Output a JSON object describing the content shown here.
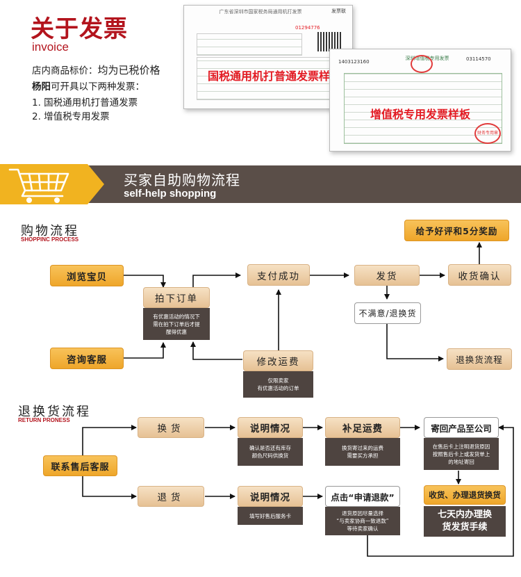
{
  "invoice": {
    "title": "关于发票",
    "subtitle": "invoice",
    "price_prefix": "店内商品标价：",
    "price_value": "均为已税价格",
    "shop_name": "杨阳",
    "shop_suffix": "可开具以下两种发票：",
    "types": [
      "1. 国税通用机打普通发票",
      "2. 增值税专用发票"
    ],
    "sample1": {
      "header": "广东省深圳市国家税务局通用机打发票",
      "stamp": "国税通用机打普通发票样板",
      "code": "01294776",
      "tag": "发票联"
    },
    "sample2": {
      "header": "深圳增值税专用发票",
      "stamp": "增值税专用发票样板",
      "code": "03114570",
      "left_code": "1403123160",
      "seal": "财务专用章"
    }
  },
  "banner": {
    "title_zh": "买家自助购物流程",
    "title_en": "self-help shopping",
    "icon": "shopping-cart-icon"
  },
  "shopping": {
    "title_zh": "购物流程",
    "title_en": "SHOPPINC PROCESS",
    "browse": "浏览宝贝",
    "consult": "咨询客服",
    "order": "拍下订单",
    "order_note": [
      "有优惠活动的情况下",
      "需在拍下订单后才提",
      "醒得优惠"
    ],
    "paid": "支付成功",
    "modify": "修改运费",
    "modify_note": [
      "仅限卖家",
      "有优惠活动的订单"
    ],
    "ship": "发货",
    "unhappy": "不满意/退换货",
    "receive": "收货确认",
    "review": "给予好评和5分奖励",
    "return_flow": "退换货流程"
  },
  "returns": {
    "title_zh": "退换货流程",
    "title_en": "RETURN PRONESS",
    "contact": "联系售后客服",
    "exchange": "换货",
    "refund": "退货",
    "explain": "说明情况",
    "exchange_note": [
      "确认是否还有库存",
      "颜色尺码供换货"
    ],
    "refund_note": [
      "填写好售后服务卡"
    ],
    "pay_shipping": "补足运费",
    "pay_shipping_note": [
      "换货寄过来的运费",
      "需要买方承担"
    ],
    "apply_refund": "点击“申请退款”",
    "apply_refund_note": [
      "退货原因尽量选择",
      "“与卖家协商一致退款”",
      "等待卖家确认"
    ],
    "send_back": "寄回产品至公司",
    "send_back_note": [
      "在售后卡上注明退货原因",
      "按照售后卡上或发货单上",
      "的地址寄回"
    ],
    "receive_process": "收货、办理退货换货",
    "seven_days": [
      "七天内办理换",
      "货发货手续"
    ]
  }
}
